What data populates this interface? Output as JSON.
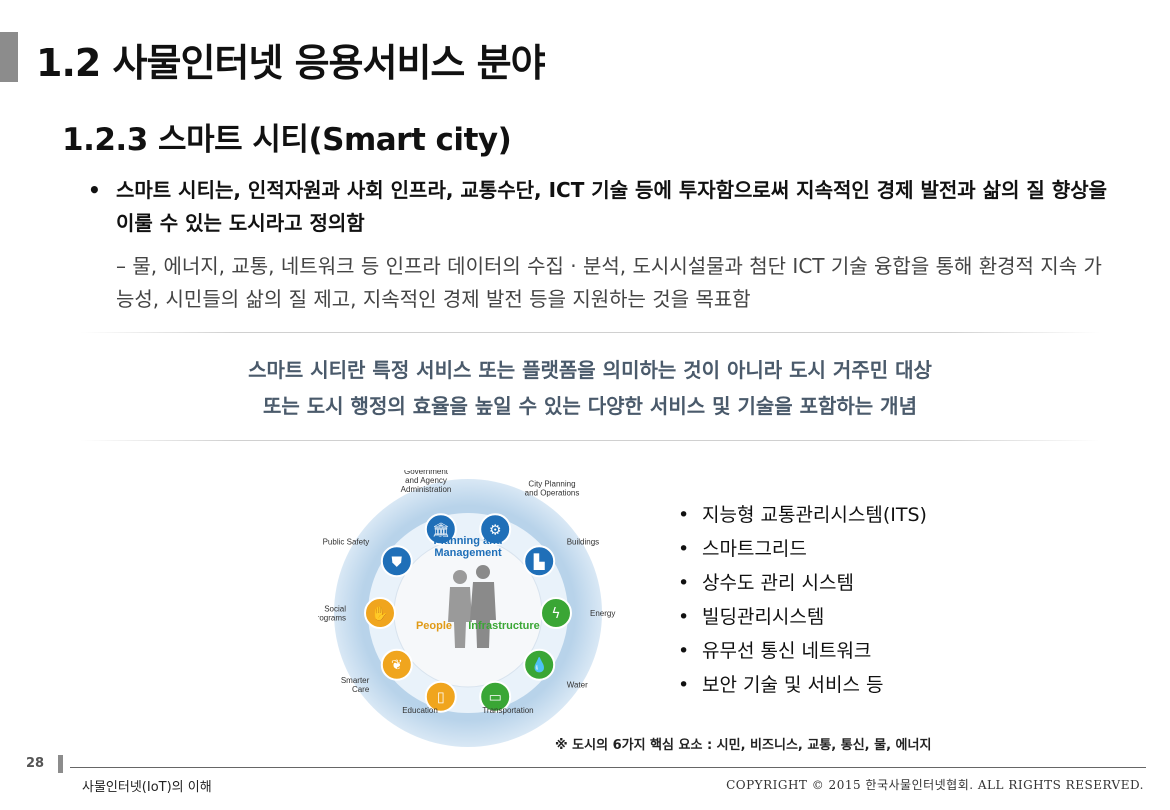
{
  "header": {
    "title": "1.2 사물인터넷 응용서비스 분야",
    "section": "1.2.3 스마트 시티(Smart city)"
  },
  "body": {
    "bullet_symbol": "•",
    "main_bullet": "스마트 시티는, 인적자원과 사회 인프라, 교통수단, ICT 기술 등에 투자함으로써 지속적인 경제 발전과 삶의 질 향상을 이룰 수 있는 도시라고 정의함",
    "sub_bullet": "– 물, 에너지, 교통, 네트워크 등 인프라 데이터의 수집 · 분석, 도시시설물과 첨단 ICT 기술 융합을 통해 환경적 지속 가능성, 시민들의 삶의 질 제고, 지속적인 경제 발전 등을 지원하는 것을 목표함",
    "concept_line1": "스마트 시티란 특정 서비스 또는 플랫폼을 의미하는 것이 아니라 도시 거주민 대상",
    "concept_line2": "또는 도시 행정의 효율을 높일 수 있는 다양한 서비스 및 기술을 포함하는 개념"
  },
  "diagram": {
    "center_title_line1": "Planning and",
    "center_title_line2": "Management",
    "center_left": "People",
    "center_right": "Infrastructure",
    "segments": [
      {
        "label_lines": [
          "Government",
          "and Agency",
          "Administration"
        ],
        "icon": "government-building-icon",
        "color": "#1f6fb8"
      },
      {
        "label_lines": [
          "City Planning",
          "and Operations"
        ],
        "icon": "gears-icon",
        "color": "#1f6fb8"
      },
      {
        "label_lines": [
          "Buildings"
        ],
        "icon": "buildings-icon",
        "color": "#1f6fb8"
      },
      {
        "label_lines": [
          "Energy"
        ],
        "icon": "lightning-icon",
        "color": "#3aa635"
      },
      {
        "label_lines": [
          "Water"
        ],
        "icon": "water-drops-icon",
        "color": "#3aa635"
      },
      {
        "label_lines": [
          "Transportation"
        ],
        "icon": "bus-icon",
        "color": "#3aa635"
      },
      {
        "label_lines": [
          "Education"
        ],
        "icon": "book-icon",
        "color": "#f0a51e"
      },
      {
        "label_lines": [
          "Smarter",
          "Care"
        ],
        "icon": "care-hands-icon",
        "color": "#f0a51e"
      },
      {
        "label_lines": [
          "Social",
          "Programs"
        ],
        "icon": "social-hands-icon",
        "color": "#f0a51e"
      },
      {
        "label_lines": [
          "Public Safety"
        ],
        "icon": "shield-icon",
        "color": "#1f6fb8"
      }
    ]
  },
  "features": {
    "bullet_symbol": "•",
    "items": [
      "지능형 교통관리시스템(ITS)",
      "스마트그리드",
      "상수도 관리 시스템",
      "빌딩관리시스템",
      "유무선 통신 네트워크",
      "보안 기술 및 서비스 등"
    ]
  },
  "note": "※ 도시의 6가지 핵심 요소 : 시민, 비즈니스, 교통, 통신, 물, 에너지",
  "footer": {
    "page_number": "28",
    "left": "사물인터넷(IoT)의 이해",
    "right": "COPYRIGHT © 2015 한국사물인터넷협회. ALL RIGHTS RESERVED."
  },
  "colors": {
    "accent_blue": "#1f6fb8",
    "accent_green": "#3aa635",
    "accent_orange": "#f0a51e",
    "concept_text": "#4a5a6b"
  }
}
